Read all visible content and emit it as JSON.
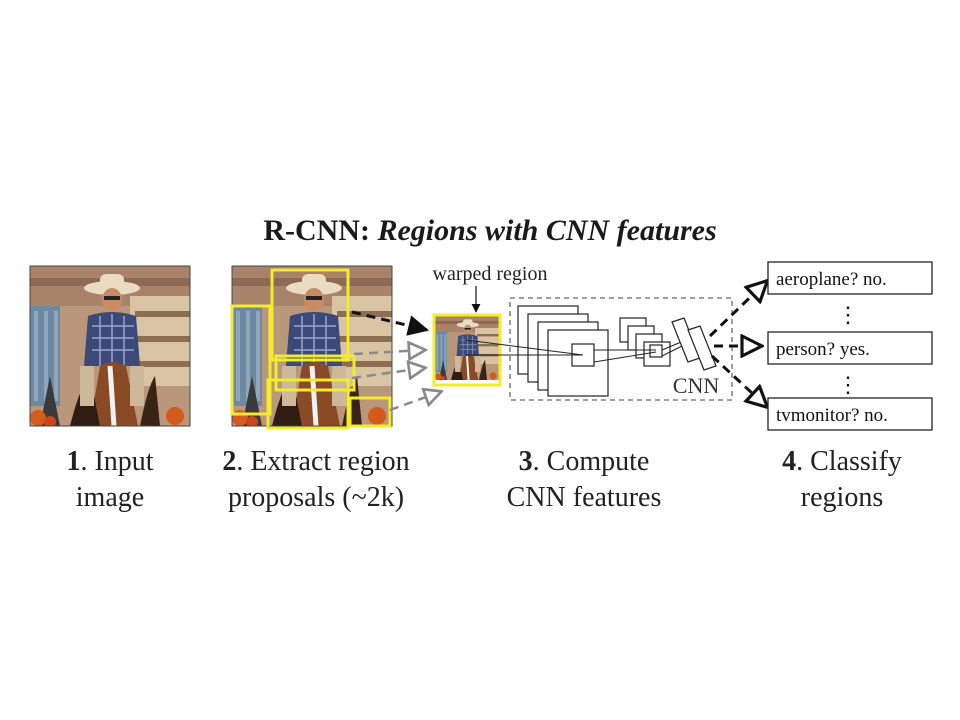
{
  "title": {
    "prefix": "R-CNN:",
    "italic": "Regions with CNN features"
  },
  "labels": {
    "warped_region": "warped region",
    "cnn": "CNN"
  },
  "steps": [
    {
      "number": "1",
      "line1": ". Input",
      "line2": "image"
    },
    {
      "number": "2",
      "line1": ". Extract region",
      "line2": "proposals (~2k)"
    },
    {
      "number": "3",
      "line1": ". Compute",
      "line2": "CNN features"
    },
    {
      "number": "4",
      "line1": ". Classify",
      "line2": "regions"
    }
  ],
  "classes": [
    {
      "label": "aeroplane? no."
    },
    {
      "label": "person? yes."
    },
    {
      "label": "tvmonitor? no."
    }
  ],
  "ellipsis": "⋮",
  "colors": {
    "proposal_box": "#f2ec2a",
    "arrow_black": "#111111",
    "arrow_gray": "#8a8a8a",
    "photo_sky": "#c9a07c",
    "shirt": "#3b4a78"
  }
}
